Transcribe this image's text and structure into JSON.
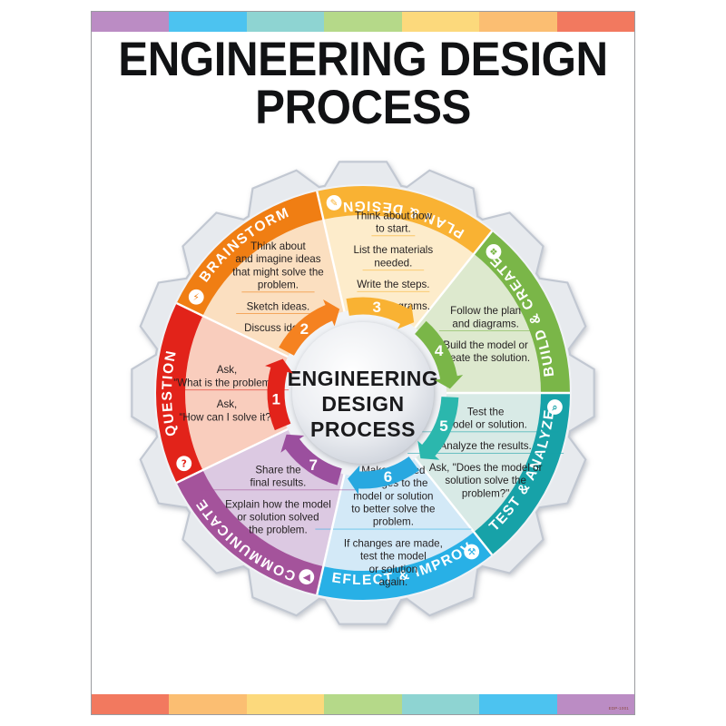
{
  "poster": {
    "title": "ENGINEERING DESIGN PROCESS",
    "footer_code": "EDP-1001",
    "hub": {
      "line1": "ENGINEERING",
      "line2": "DESIGN",
      "line3": "PROCESS"
    }
  },
  "stripes": {
    "top": [
      "#f2795f",
      "#fbbe72",
      "#fcd97c",
      "#b5d989",
      "#8ed4d2",
      "#4cc3f0",
      "#bb8cc4"
    ],
    "bottom": [
      "#bb8cc4",
      "#4cc3f0",
      "#8ed4d2",
      "#b5d989",
      "#fcd97c",
      "#fbbe72",
      "#f2795f"
    ]
  },
  "steps": [
    {
      "number": "1",
      "label": "QUESTION",
      "icon": "question-bubble-icon",
      "band_color": "#e2231a",
      "fill_color": "#f9cdbd",
      "arrow_color": "#e2231a",
      "lines": [
        "Ask,\n“What is the problem?”",
        "Ask,\n“How can I solve it?”"
      ]
    },
    {
      "number": "2",
      "label": "BRAINSTORM",
      "icon": "lightbulb-icon",
      "band_color": "#f07e13",
      "fill_color": "#fbdfc0",
      "arrow_color": "#f58220",
      "lines": [
        "Think about\nand imagine ideas\nthat might solve the\nproblem.",
        "Sketch ideas.",
        "Discuss ideas."
      ]
    },
    {
      "number": "3",
      "label": "PLAN & DESIGN",
      "icon": "pencil-icon",
      "band_color": "#f9b233",
      "fill_color": "#fdeccb",
      "arrow_color": "#f9b233",
      "lines": [
        "Think about how\nto start.",
        "List the materials\nneeded.",
        "Write the steps.",
        "Draw diagrams."
      ]
    },
    {
      "number": "4",
      "label": "BUILD & CREATE",
      "icon": "puzzle-piece-icon",
      "band_color": "#7ab648",
      "fill_color": "#dde9ce",
      "arrow_color": "#7ab648",
      "lines": [
        "Follow the plan\nand diagrams.",
        "Build the model or\ncreate the solution."
      ]
    },
    {
      "number": "5",
      "label": "TEST & ANALYZE",
      "icon": "magnifier-check-icon",
      "band_color": "#17a2a8",
      "fill_color": "#d8eae6",
      "arrow_color": "#2bb7ad",
      "lines": [
        "Test the\nmodel or solution.",
        "Analyze the results.",
        "Ask, \"Does the model or\nsolution solve the\nproblem?\""
      ]
    },
    {
      "number": "6",
      "label": "REFLECT & IMPROVE",
      "icon": "wrench-icon",
      "band_color": "#28b0e6",
      "fill_color": "#d3e9f7",
      "arrow_color": "#28a8e0",
      "lines": [
        "Make needed\nchanges to the\nmodel or solution\nto better solve the\nproblem.",
        "If changes are made,\ntest the model\nor solution\nagain."
      ]
    },
    {
      "number": "7",
      "label": "COMMUNICATE",
      "icon": "megaphone-icon",
      "band_color": "#a4539b",
      "fill_color": "#dcc9e2",
      "arrow_color": "#9b4f9e",
      "lines": [
        "Share the\nfinal results.",
        "Explain how the model\nor solution solved\nthe problem."
      ]
    }
  ]
}
